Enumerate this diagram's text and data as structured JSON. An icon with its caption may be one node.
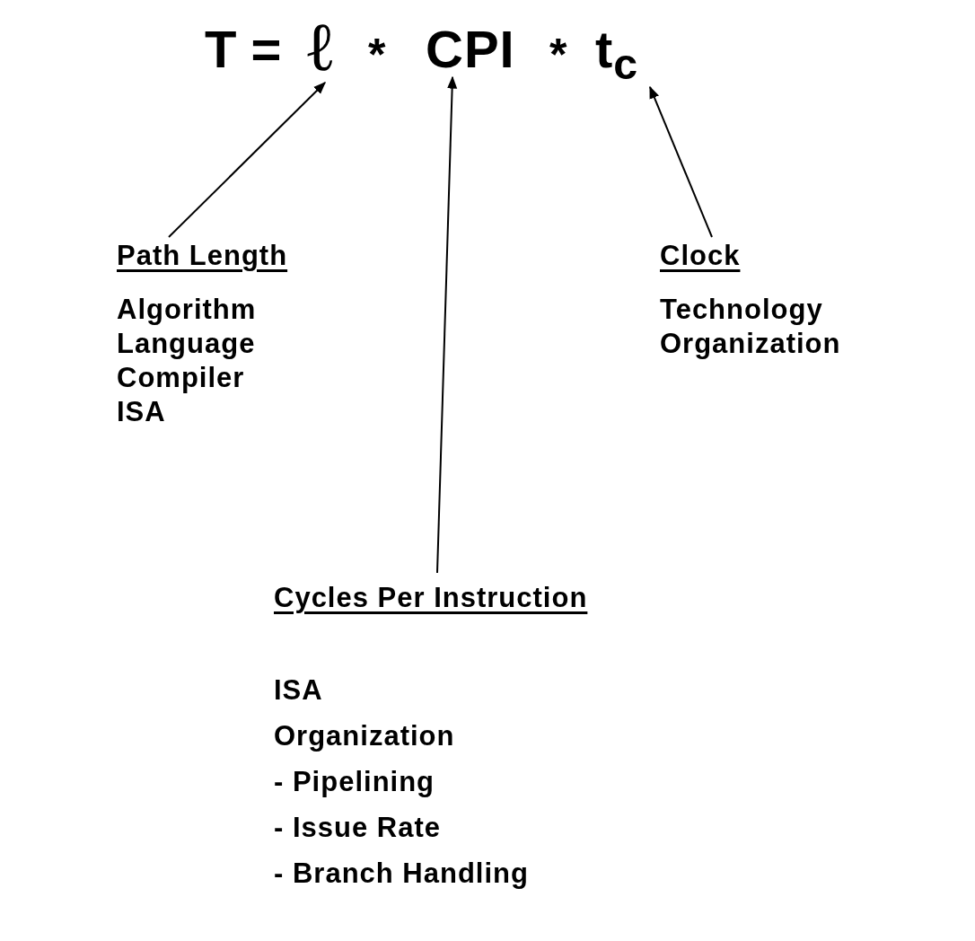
{
  "diagram": {
    "nodes": [
      {
        "text": [
          "ℓ"
        ]
      },
      {
        "text": [
          "CPI"
        ]
      },
      {
        "text": [
          "t$_{c}$"
        ]
      },
      {
        "text": [
          "Path Length",
          "Algorithm",
          "Language",
          "Compiler",
          "ISA"
        ]
      },
      {
        "text": [
          "Cycles Per Instruction",
          "ISA",
          "Organization",
          "- Pipelining",
          "- Issue Rate",
          "- Branch Handling"
        ]
      },
      {
        "text": [
          "Clock",
          "Technology",
          "Organization"
        ]
      }
    ],
    "edges": [
      {
        "from": 3,
        "to": 0,
        "arrow": "to"
      },
      {
        "from": 4,
        "to": 1,
        "arrow": "to"
      },
      {
        "from": 5,
        "to": 2,
        "arrow": "to"
      }
    ],
    "labels": [
      "T =",
      "*",
      "*"
    ]
  }
}
